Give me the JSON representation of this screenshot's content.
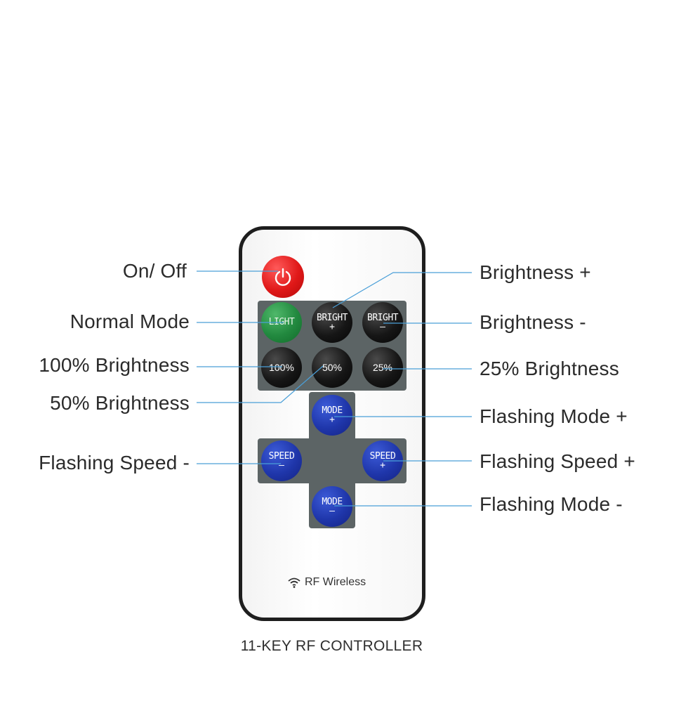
{
  "remote": {
    "power_button": {
      "label": "⏻",
      "color": "#e01818"
    },
    "buttons": {
      "light": {
        "line1": "LIGHT",
        "line2": ""
      },
      "bright_up": {
        "line1": "BRIGHT",
        "line2": "+"
      },
      "bright_down": {
        "line1": "BRIGHT",
        "line2": "–"
      },
      "b100": {
        "line1": "100%"
      },
      "b50": {
        "line1": "50%"
      },
      "b25": {
        "line1": "25%"
      },
      "mode_up": {
        "line1": "MODE",
        "line2": "+"
      },
      "speed_down": {
        "line1": "SPEED",
        "line2": "–"
      },
      "speed_up": {
        "line1": "SPEED",
        "line2": "+"
      },
      "mode_down": {
        "line1": "MODE",
        "line2": "–"
      }
    },
    "rf_label": "RF Wireless"
  },
  "callouts": {
    "left": {
      "on_off": "On/ Off",
      "normal_mode": "Normal Mode",
      "brightness_100": "100% Brightness",
      "brightness_50": "50% Brightness",
      "flashing_speed_minus": "Flashing Speed -"
    },
    "right": {
      "brightness_plus": "Brightness +",
      "brightness_minus": "Brightness -",
      "brightness_25": "25% Brightness",
      "flashing_mode_plus": "Flashing Mode +",
      "flashing_speed_plus": "Flashing Speed +",
      "flashing_mode_minus": "Flashing Mode -"
    }
  },
  "caption": "11-KEY RF CONTROLLER",
  "colors": {
    "leader_line": "#4a9fd8",
    "panel": "#5c6465",
    "blue_button": "#1f36aa",
    "green_button": "#22893f"
  }
}
